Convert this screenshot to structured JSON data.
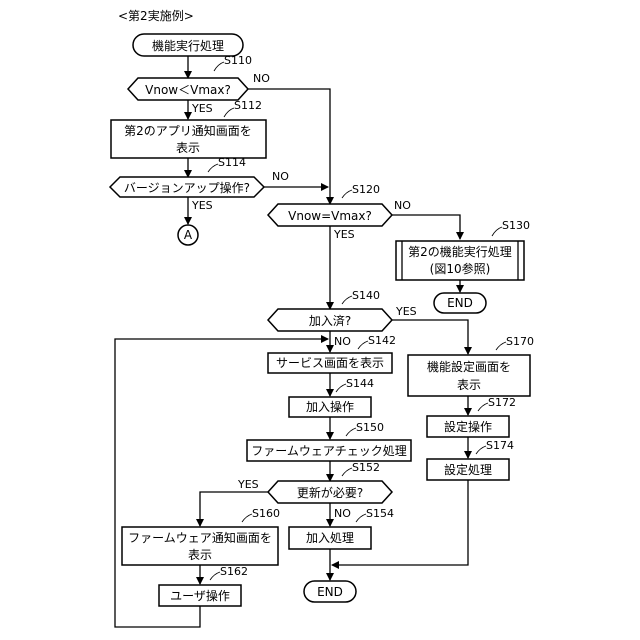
{
  "title": "<第2実施例>",
  "steps": {
    "start": "機能実行処理",
    "s110": {
      "code": "S110",
      "text": "Vnow＜Vmax?"
    },
    "s112": {
      "code": "S112",
      "line1": "第2のアプリ通知画面を",
      "line2": "表示"
    },
    "s114": {
      "code": "S114",
      "text": "バージョンアップ操作?"
    },
    "connector_a": "A",
    "s120": {
      "code": "S120",
      "text": "Vnow=Vmax?"
    },
    "s130": {
      "code": "S130",
      "line1": "第2の機能実行処理",
      "line2": "(図10参照)"
    },
    "end_130": "END",
    "s140": {
      "code": "S140",
      "text": "加入済?"
    },
    "s142": {
      "code": "S142",
      "text": "サービス画面を表示"
    },
    "s144": {
      "code": "S144",
      "text": "加入操作"
    },
    "s150": {
      "code": "S150",
      "text": "ファームウェアチェック処理"
    },
    "s152": {
      "code": "S152",
      "text": "更新が必要?"
    },
    "s154": {
      "code": "S154",
      "text": "加入処理"
    },
    "s160": {
      "code": "S160",
      "line1": "ファームウェア通知画面を",
      "line2": "表示"
    },
    "s162": {
      "code": "S162",
      "text": "ユーザ操作"
    },
    "s170": {
      "code": "S170",
      "line1": "機能設定画面を",
      "line2": "表示"
    },
    "s172": {
      "code": "S172",
      "text": "設定操作"
    },
    "s174": {
      "code": "S174",
      "text": "設定処理"
    },
    "end_main": "END"
  },
  "labels": {
    "yes": "YES",
    "no": "NO"
  }
}
